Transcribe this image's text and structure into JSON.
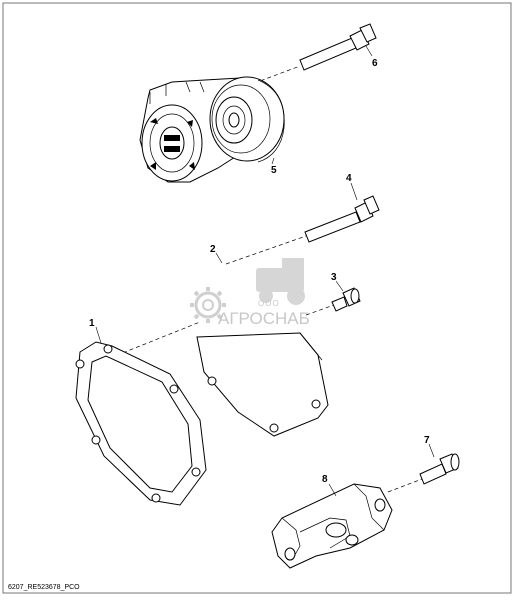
{
  "diagram": {
    "callouts": [
      {
        "id": "1",
        "label": "1"
      },
      {
        "id": "2",
        "label": "2"
      },
      {
        "id": "3",
        "label": "3"
      },
      {
        "id": "4",
        "label": "4"
      },
      {
        "id": "5",
        "label": "5"
      },
      {
        "id": "6",
        "label": "6"
      },
      {
        "id": "7",
        "label": "7"
      },
      {
        "id": "8",
        "label": "8"
      }
    ],
    "drawing_code": "6207_RE523678_PCO",
    "watermark": {
      "company_prefix": "ООО",
      "company_name": "АГРОСНАБ"
    }
  }
}
